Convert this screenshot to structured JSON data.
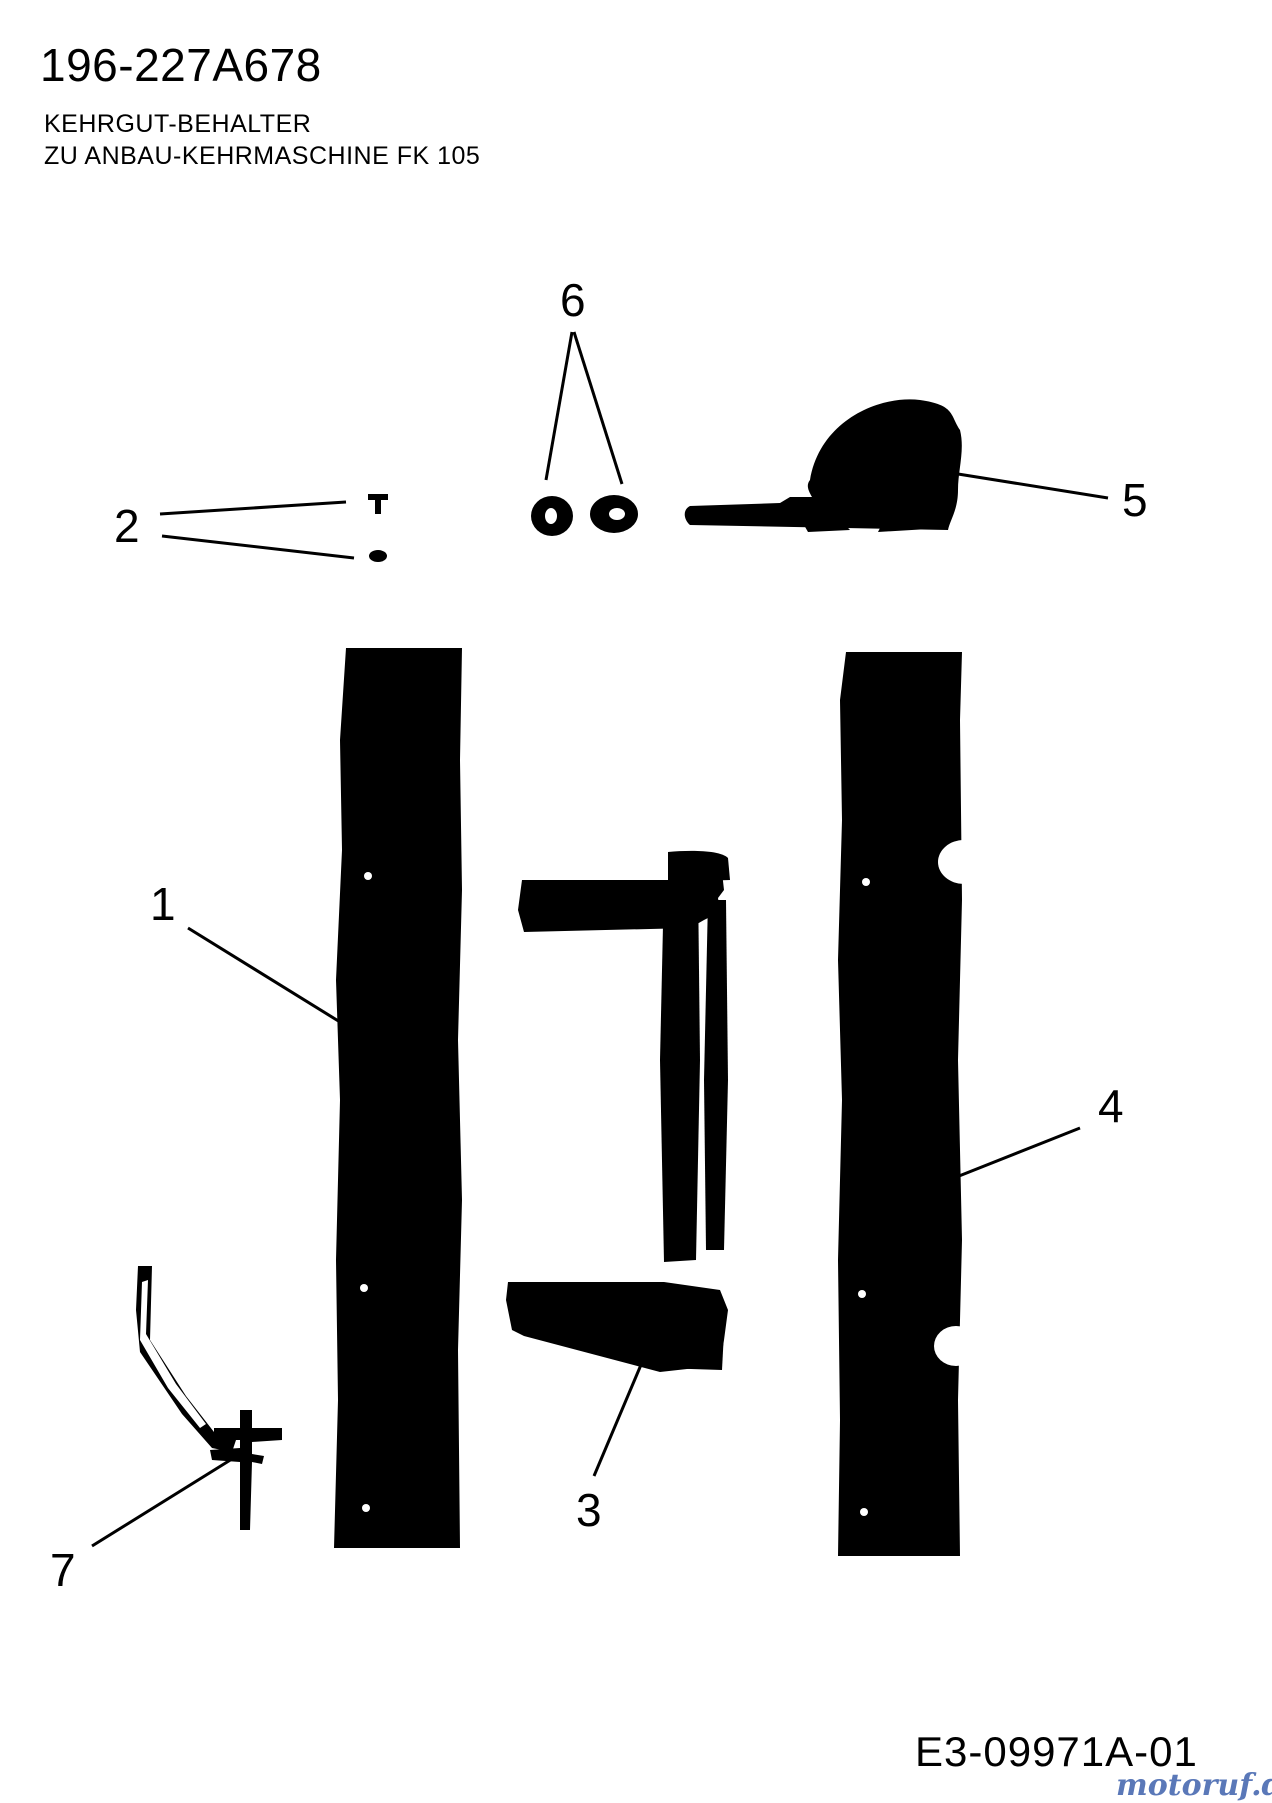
{
  "header": {
    "part_number": "196-227A678",
    "title_line1": "KEHRGUT-BEHALTER",
    "title_line2": "ZU ANBAU-KEHRMASCHINE FK 105"
  },
  "callouts": {
    "c1": "1",
    "c2": "2",
    "c3": "3",
    "c4": "4",
    "c5": "5",
    "c6": "6",
    "c7": "7"
  },
  "footer": {
    "drawing_code": "E3-09971A-01",
    "watermark": "motoruf.de"
  },
  "colors": {
    "ink": "#000000",
    "background": "#ffffff",
    "watermark": "#5a78b8"
  }
}
